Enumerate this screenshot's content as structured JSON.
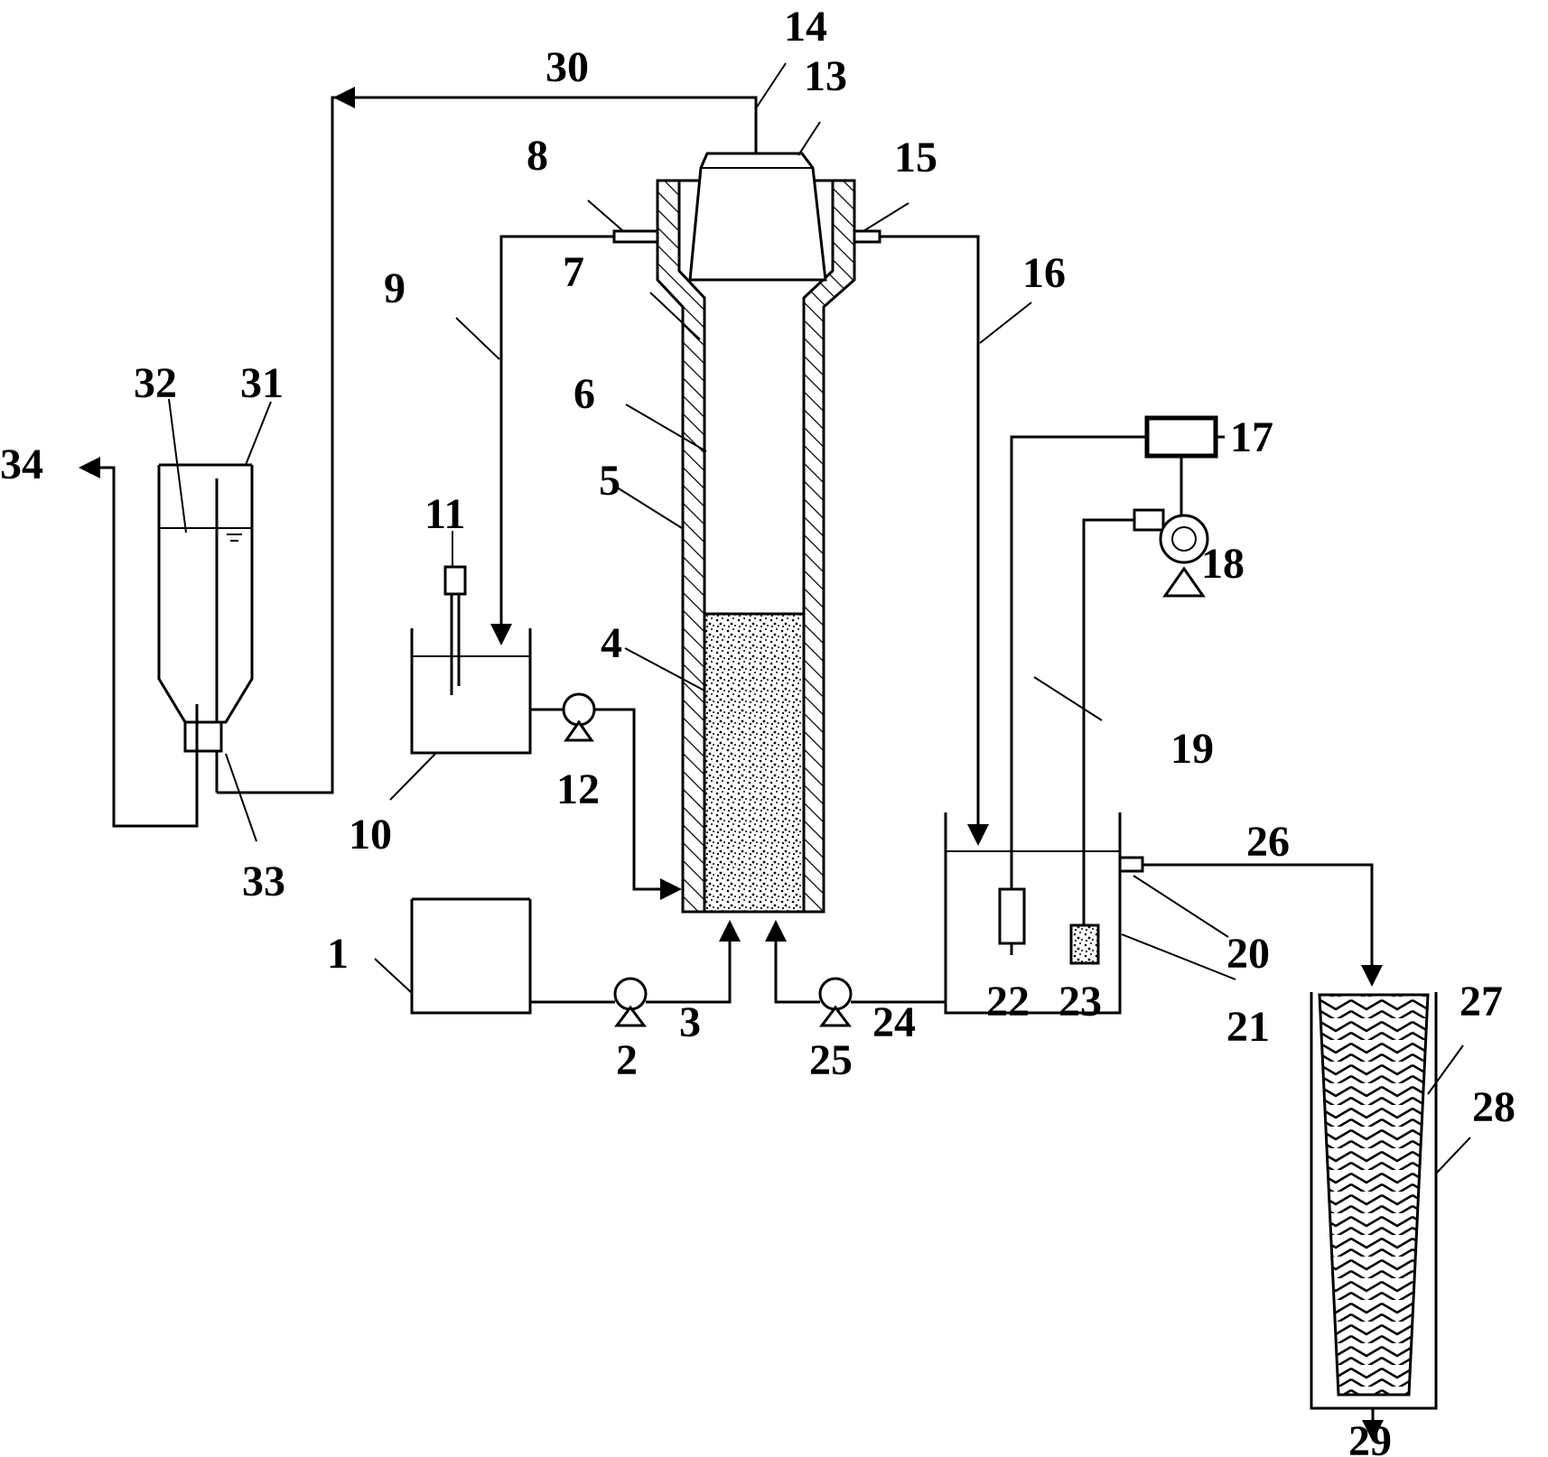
{
  "diagram": {
    "labels": {
      "n1": "1",
      "n2": "2",
      "n3": "3",
      "n4": "4",
      "n5": "5",
      "n6": "6",
      "n7": "7",
      "n8": "8",
      "n9": "9",
      "n10": "10",
      "n11": "11",
      "n12": "12",
      "n13": "13",
      "n14": "14",
      "n15": "15",
      "n16": "16",
      "n17": "17",
      "n18": "18",
      "n19": "19",
      "n20": "20",
      "n21": "21",
      "n22": "22",
      "n23": "23",
      "n24": "24",
      "n25": "25",
      "n26": "26",
      "n27": "27",
      "n28": "28",
      "n29": "29",
      "n30": "30",
      "n31": "31",
      "n32": "32",
      "n33": "33",
      "n34": "34"
    }
  }
}
